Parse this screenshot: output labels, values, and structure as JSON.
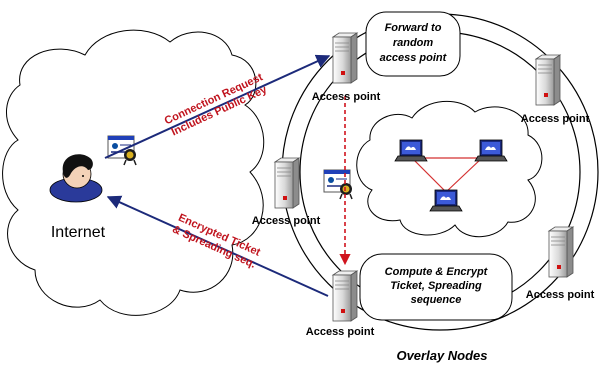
{
  "labels": {
    "internet": "Internet",
    "overlay_nodes": "Overlay Nodes",
    "access_point": "Access point"
  },
  "arrows": {
    "request_line1": "Connection Request",
    "request_line2": "Includes Public Key",
    "reply_line1": "Encrypted Ticket",
    "reply_line2": "& Spreading seq."
  },
  "callouts": {
    "forward_line1": "Forward to",
    "forward_line2": "random",
    "forward_line3": "access point",
    "compute_line1": "Compute & Encrypt",
    "compute_line2": "Ticket, Spreading",
    "compute_line3": "sequence"
  },
  "colors": {
    "arrow_blue": "#1c2a7a",
    "arrow_red": "#d0141e",
    "link_red": "#d43030",
    "outline": "#000000"
  }
}
